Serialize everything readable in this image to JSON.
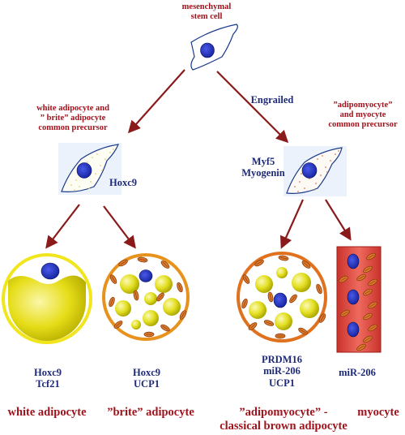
{
  "top": {
    "label_line1": "mesenchymal",
    "label_line2": "stem cell"
  },
  "left_branch": {
    "label_line1": "white adipocyte and",
    "label_line2": "” brite” adipocyte",
    "label_line3": "common precursor",
    "marker": "Hoxc9"
  },
  "right_branch": {
    "pathway": "Engrailed",
    "label_line1": "”adipomyocyte”",
    "label_line2": "and myocyte",
    "label_line3": "common precursor",
    "marker_line1": "Myf5",
    "marker_line2": "Myogenin"
  },
  "cells": [
    {
      "markers": [
        "Hoxc9",
        "Tcf21"
      ],
      "name_line1": "white adipocyte"
    },
    {
      "markers": [
        "Hoxc9",
        "UCP1"
      ],
      "name_line1": "”brite” adipocyte"
    },
    {
      "markers": [
        "PRDM16",
        "miR-206",
        "UCP1"
      ],
      "name_line1": "”adipomyocyte” -",
      "name_line2": "classical brown adipocyte"
    },
    {
      "markers": [
        "miR-206"
      ],
      "name_line1": "myocyte"
    }
  ],
  "colors": {
    "arrow": "#8b1a1a",
    "label_red": "#a0131c",
    "label_navy": "#1e2a78",
    "nucleus": "#1c2fc4",
    "lipid_yellow": "#e6dd18",
    "mito_orange": "#d9742a",
    "myocyte_fill": "#e2574c"
  }
}
